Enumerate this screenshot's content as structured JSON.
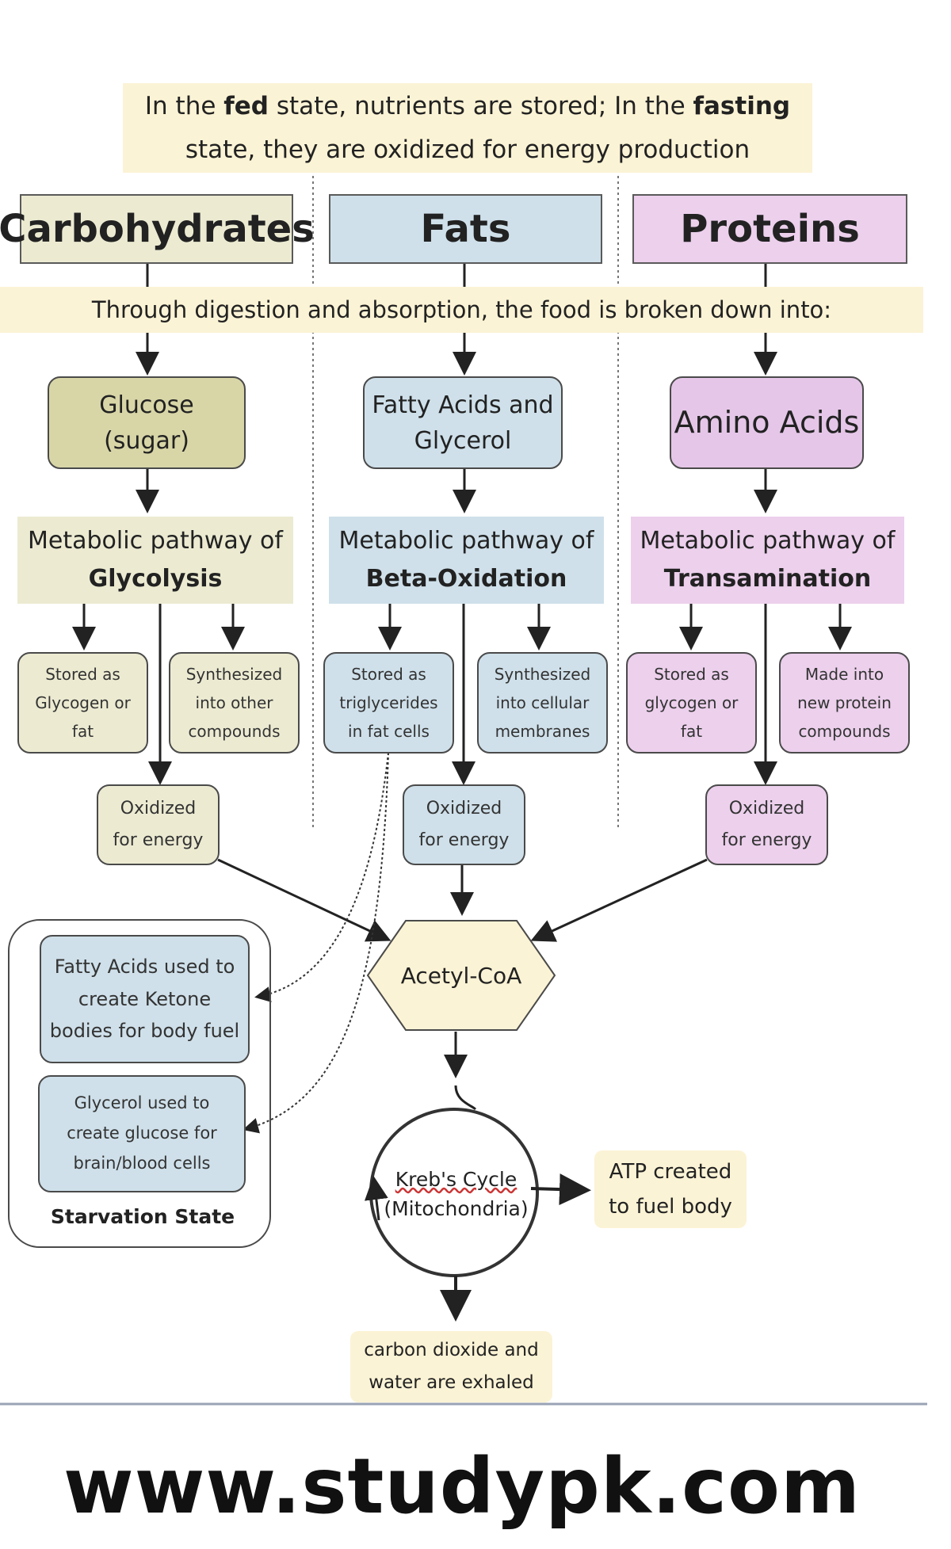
{
  "banner": {
    "line1_a": "In the ",
    "line1_fed": "fed",
    "line1_b": " state, nutrients are stored; In the ",
    "line1_fasting": "fasting",
    "line2": "state, they are oxidized for energy production"
  },
  "columns": {
    "carbohydrates": "Carbohydrates",
    "fats": "Fats",
    "proteins": "Proteins"
  },
  "digestion_text": "Through digestion and absorption, the food is broken down into:",
  "products": {
    "glucose_l1": "Glucose",
    "glucose_l2": "(sugar)",
    "fatty_l1": "Fatty Acids and",
    "fatty_l2": "Glycerol",
    "amino": "Amino Acids"
  },
  "pathways": {
    "prefix": "Metabolic pathway of",
    "glycolysis": "Glycolysis",
    "beta_oxidation": "Beta-Oxidation",
    "transamination": "Transamination"
  },
  "outcomes": {
    "carb_stored": [
      "Stored as",
      "Glycogen or",
      "fat"
    ],
    "carb_synth": [
      "Synthesized",
      "into other",
      "compounds"
    ],
    "fat_stored": [
      "Stored as",
      "triglycerides",
      "in fat cells"
    ],
    "fat_synth": [
      "Synthesized",
      "into cellular",
      "membranes"
    ],
    "prot_stored": [
      "Stored as",
      "glycogen or",
      "fat"
    ],
    "prot_made": [
      "Made into",
      "new protein",
      "compounds"
    ],
    "oxidized": [
      "Oxidized",
      "for energy"
    ]
  },
  "acetyl": "Acetyl-CoA",
  "starvation": {
    "ketone": [
      "Fatty Acids used to",
      "create Ketone",
      "bodies for body fuel"
    ],
    "glycerol": [
      "Glycerol used to",
      "create glucose for",
      "brain/blood cells"
    ],
    "label": "Starvation State"
  },
  "krebs": {
    "line1": "Kreb's Cycle",
    "line2": "(Mitochondria)"
  },
  "atp": [
    "ATP created",
    "to fuel body"
  ],
  "exhaled": [
    "carbon dioxide and",
    "water are exhaled"
  ],
  "watermark": "www.studypk.com"
}
